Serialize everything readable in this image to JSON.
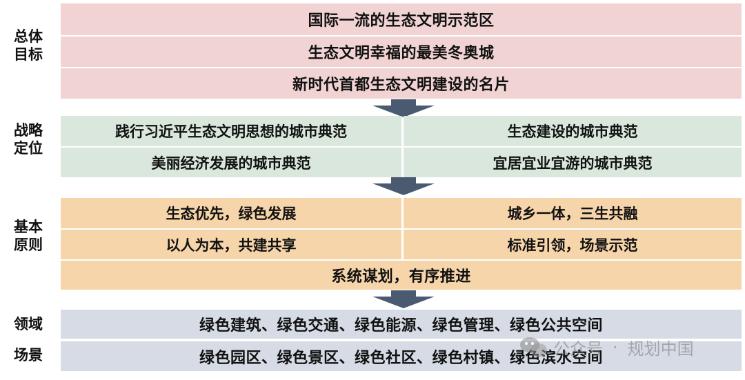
{
  "sections": {
    "goals": {
      "label": "总体\n目标",
      "label_lines": [
        "总体",
        "目标"
      ],
      "items": [
        "国际一流的生态文明示范区",
        "生态文明幸福的最美冬奥城",
        "新时代首都生态文明建设的名片"
      ],
      "color": "#f2d3d3"
    },
    "positioning": {
      "label_lines": [
        "战略",
        "定位"
      ],
      "items": [
        "践行习近平生态文明思想的城市典范",
        "生态建设的城市典范",
        "美丽经济发展的城市典范",
        "宜居宜业宜游的城市典范"
      ],
      "color": "#d9e7dc"
    },
    "principles": {
      "label_lines": [
        "基本",
        "原则"
      ],
      "items": [
        "生态优先，绿色发展",
        "城乡一体，三生共融",
        "以人为本，共建共享",
        "标准引领，场景示范",
        "系统谋划，有序推进"
      ],
      "color": "#f7d5aa"
    },
    "scenarios": {
      "label_lines": [
        "领域",
        "场景"
      ],
      "items": [
        "绿色建筑、绿色交通、绿色能源、绿色管理、绿色公共空间",
        "绿色园区、绿色景区、绿色社区、绿色村镇、绿色滨水空间"
      ],
      "color": "#d6dbe5"
    }
  },
  "arrow_color": "#4a5a70",
  "watermark": {
    "icon": "wechat-icon",
    "source": "公众号",
    "separator": "·",
    "name": "规划中国"
  }
}
